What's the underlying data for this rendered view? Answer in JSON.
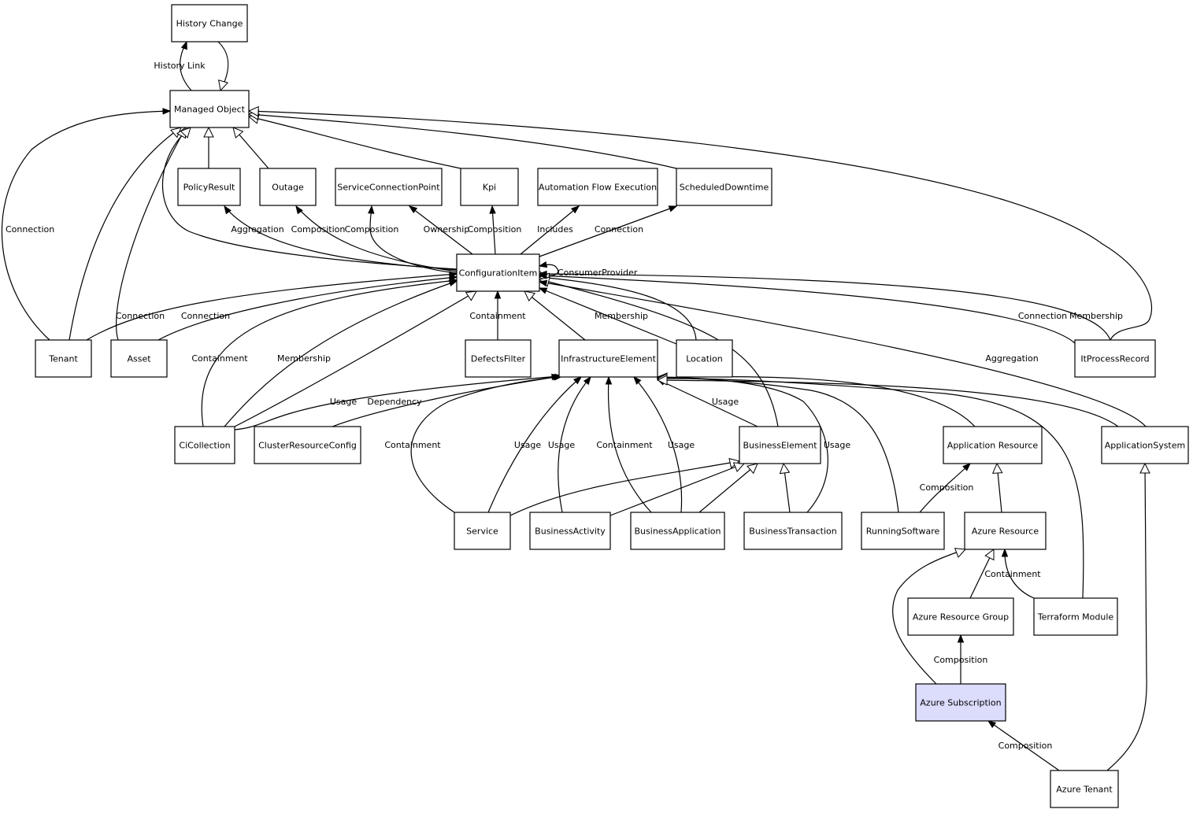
{
  "nodes": [
    {
      "id": "history_change",
      "label": "History Change"
    },
    {
      "id": "managed_object",
      "label": "Managed Object"
    },
    {
      "id": "policy_result",
      "label": "PolicyResult"
    },
    {
      "id": "outage",
      "label": "Outage"
    },
    {
      "id": "service_connection_point",
      "label": "ServiceConnectionPoint"
    },
    {
      "id": "kpi",
      "label": "Kpi"
    },
    {
      "id": "automation_flow_execution",
      "label": "Automation Flow Execution"
    },
    {
      "id": "scheduled_downtime",
      "label": "ScheduledDowntime"
    },
    {
      "id": "configuration_item",
      "label": "ConfigurationItem"
    },
    {
      "id": "tenant",
      "label": "Tenant"
    },
    {
      "id": "asset",
      "label": "Asset"
    },
    {
      "id": "defects_filter",
      "label": "DefectsFilter"
    },
    {
      "id": "infrastructure_element",
      "label": "InfrastructureElement"
    },
    {
      "id": "location",
      "label": "Location"
    },
    {
      "id": "it_process_record",
      "label": "ItProcessRecord"
    },
    {
      "id": "ci_collection",
      "label": "CiCollection"
    },
    {
      "id": "cluster_resource_config",
      "label": "ClusterResourceConfig"
    },
    {
      "id": "business_element",
      "label": "BusinessElement"
    },
    {
      "id": "application_resource",
      "label": "Application Resource"
    },
    {
      "id": "application_system",
      "label": "ApplicationSystem"
    },
    {
      "id": "service",
      "label": "Service"
    },
    {
      "id": "business_activity",
      "label": "BusinessActivity"
    },
    {
      "id": "business_application",
      "label": "BusinessApplication"
    },
    {
      "id": "business_transaction",
      "label": "BusinessTransaction"
    },
    {
      "id": "running_software",
      "label": "RunningSoftware"
    },
    {
      "id": "azure_resource",
      "label": "Azure Resource"
    },
    {
      "id": "azure_resource_group",
      "label": "Azure Resource Group"
    },
    {
      "id": "terraform_module",
      "label": "Terraform Module"
    },
    {
      "id": "azure_subscription",
      "label": "Azure Subscription",
      "highlight": true
    },
    {
      "id": "azure_tenant",
      "label": "Azure Tenant"
    }
  ],
  "edges": [
    {
      "from": "managed_object",
      "to": "history_change",
      "type": "relation",
      "label": "History Link"
    },
    {
      "from": "history_change",
      "to": "managed_object",
      "type": "inheritance",
      "label": ""
    },
    {
      "from": "policy_result",
      "to": "managed_object",
      "type": "inheritance",
      "label": ""
    },
    {
      "from": "outage",
      "to": "managed_object",
      "type": "inheritance",
      "label": ""
    },
    {
      "from": "kpi",
      "to": "managed_object",
      "type": "inheritance",
      "label": ""
    },
    {
      "from": "scheduled_downtime",
      "to": "managed_object",
      "type": "inheritance",
      "label": ""
    },
    {
      "from": "it_process_record",
      "to": "managed_object",
      "type": "inheritance",
      "label": ""
    },
    {
      "from": "tenant",
      "to": "managed_object",
      "type": "relation",
      "label": "Connection"
    },
    {
      "from": "tenant",
      "to": "managed_object",
      "type": "inheritance",
      "label": ""
    },
    {
      "from": "asset",
      "to": "managed_object",
      "type": "inheritance",
      "label": ""
    },
    {
      "from": "configuration_item",
      "to": "managed_object",
      "type": "inheritance",
      "label": ""
    },
    {
      "from": "configuration_item",
      "to": "policy_result",
      "type": "relation",
      "label": "Aggregation"
    },
    {
      "from": "configuration_item",
      "to": "outage",
      "type": "relation",
      "label": "Composition"
    },
    {
      "from": "configuration_item",
      "to": "service_connection_point",
      "type": "relation",
      "label": "Composition"
    },
    {
      "from": "configuration_item",
      "to": "service_connection_point",
      "type": "relation",
      "label": "Ownership"
    },
    {
      "from": "configuration_item",
      "to": "kpi",
      "type": "relation",
      "label": "Composition"
    },
    {
      "from": "configuration_item",
      "to": "automation_flow_execution",
      "type": "relation",
      "label": "Includes"
    },
    {
      "from": "configuration_item",
      "to": "scheduled_downtime",
      "type": "relation",
      "label": "Connection"
    },
    {
      "from": "configuration_item",
      "to": "configuration_item",
      "type": "relation",
      "label": "ConsumerProvider"
    },
    {
      "from": "tenant",
      "to": "configuration_item",
      "type": "relation",
      "label": "Connection"
    },
    {
      "from": "asset",
      "to": "configuration_item",
      "type": "relation",
      "label": "Connection"
    },
    {
      "from": "ci_collection",
      "to": "configuration_item",
      "type": "relation",
      "label": "Containment"
    },
    {
      "from": "ci_collection",
      "to": "configuration_item",
      "type": "relation",
      "label": "Membership"
    },
    {
      "from": "ci_collection",
      "to": "configuration_item",
      "type": "inheritance",
      "label": ""
    },
    {
      "from": "defects_filter",
      "to": "configuration_item",
      "type": "relation",
      "label": "Containment"
    },
    {
      "from": "infrastructure_element",
      "to": "configuration_item",
      "type": "inheritance",
      "label": ""
    },
    {
      "from": "location",
      "to": "configuration_item",
      "type": "relation",
      "label": "Membership"
    },
    {
      "from": "location",
      "to": "configuration_item",
      "type": "inheritance",
      "label": ""
    },
    {
      "from": "business_element",
      "to": "configuration_item",
      "type": "inheritance",
      "label": ""
    },
    {
      "from": "it_process_record",
      "to": "configuration_item",
      "type": "relation",
      "label": "Connection"
    },
    {
      "from": "it_process_record",
      "to": "configuration_item",
      "type": "relation",
      "label": "Membership"
    },
    {
      "from": "application_system",
      "to": "configuration_item",
      "type": "relation",
      "label": "Aggregation"
    },
    {
      "from": "ci_collection",
      "to": "infrastructure_element",
      "type": "relation",
      "label": "Usage"
    },
    {
      "from": "cluster_resource_config",
      "to": "infrastructure_element",
      "type": "relation",
      "label": "Dependency"
    },
    {
      "from": "service",
      "to": "infrastructure_element",
      "type": "relation",
      "label": "Containment"
    },
    {
      "from": "service",
      "to": "infrastructure_element",
      "type": "relation",
      "label": "Usage"
    },
    {
      "from": "business_activity",
      "to": "infrastructure_element",
      "type": "relation",
      "label": "Usage"
    },
    {
      "from": "business_application",
      "to": "infrastructure_element",
      "type": "relation",
      "label": "Containment"
    },
    {
      "from": "business_application",
      "to": "infrastructure_element",
      "type": "relation",
      "label": "Usage"
    },
    {
      "from": "business_element",
      "to": "infrastructure_element",
      "type": "relation",
      "label": "Usage"
    },
    {
      "from": "business_transaction",
      "to": "infrastructure_element",
      "type": "relation",
      "label": "Usage"
    },
    {
      "from": "running_software",
      "to": "infrastructure_element",
      "type": "inheritance",
      "label": ""
    },
    {
      "from": "application_resource",
      "to": "infrastructure_element",
      "type": "inheritance",
      "label": ""
    },
    {
      "from": "terraform_module",
      "to": "infrastructure_element",
      "type": "inheritance",
      "label": ""
    },
    {
      "from": "application_system",
      "to": "infrastructure_element",
      "type": "inheritance",
      "label": ""
    },
    {
      "from": "service",
      "to": "business_element",
      "type": "inheritance",
      "label": ""
    },
    {
      "from": "business_activity",
      "to": "business_element",
      "type": "inheritance",
      "label": ""
    },
    {
      "from": "business_application",
      "to": "business_element",
      "type": "inheritance",
      "label": ""
    },
    {
      "from": "business_transaction",
      "to": "business_element",
      "type": "inheritance",
      "label": ""
    },
    {
      "from": "running_software",
      "to": "application_resource",
      "type": "relation",
      "label": "Composition"
    },
    {
      "from": "azure_resource",
      "to": "application_resource",
      "type": "inheritance",
      "label": ""
    },
    {
      "from": "azure_resource_group",
      "to": "azure_resource",
      "type": "inheritance",
      "label": ""
    },
    {
      "from": "azure_subscription",
      "to": "azure_resource",
      "type": "inheritance",
      "label": ""
    },
    {
      "from": "terraform_module",
      "to": "azure_resource",
      "type": "relation",
      "label": "Containment"
    },
    {
      "from": "azure_subscription",
      "to": "azure_resource_group",
      "type": "relation",
      "label": "Composition"
    },
    {
      "from": "azure_tenant",
      "to": "azure_subscription",
      "type": "relation",
      "label": "Composition"
    },
    {
      "from": "azure_tenant",
      "to": "application_system",
      "type": "inheritance",
      "label": ""
    }
  ]
}
